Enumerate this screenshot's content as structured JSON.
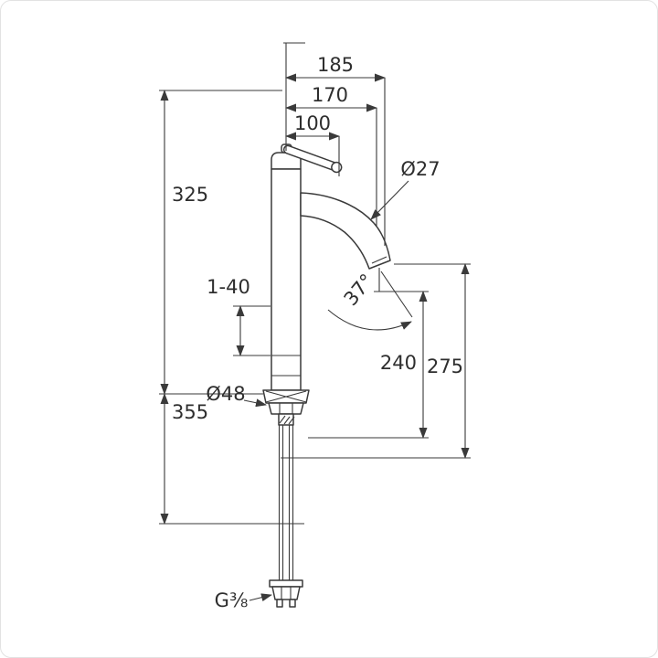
{
  "colors": {
    "line": "#3a3a3a",
    "text": "#2e2e2e",
    "background": "#ffffff",
    "border": "#e2e2e2"
  },
  "labels": {
    "reach_total": "185",
    "reach_outlet": "170",
    "handle_projection": "100",
    "spout_diameter": "Ø27",
    "height_above_deck": "325",
    "clamping_range": "1-40",
    "spout_angle": "37°",
    "outlet_height": "240",
    "spout_tip_height": "275",
    "base_diameter": "Ø48",
    "length_below_deck": "355",
    "connection_thread": "G⅜"
  }
}
